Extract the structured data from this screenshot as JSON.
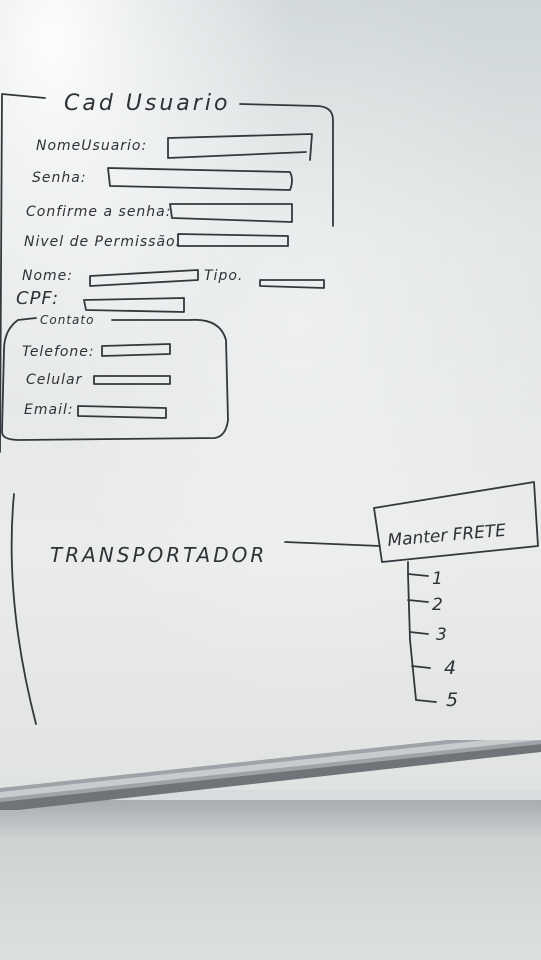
{
  "title": "Cad Usuario",
  "fields": {
    "nome_usuario": "NomeUsuario:",
    "senha": "Senha:",
    "confirme_senha": "Confirme a senha:",
    "nivel_permissao": "Nivel de Permissão:",
    "nome": "Nome:",
    "tipo": "Tipo.",
    "cpf": "CPF:"
  },
  "contato": {
    "legend": "Contato",
    "telefone": "Telefone:",
    "celular": "Celular",
    "email": "Email:"
  },
  "diagram": {
    "actor": "TRANSPORTADOR",
    "use_case": "Manter FRETE",
    "items": [
      "1",
      "2",
      "3",
      "4",
      "5"
    ]
  },
  "colors": {
    "ink": "#33383c",
    "board": "#e6e9e9",
    "floor": "#d6d9da"
  }
}
